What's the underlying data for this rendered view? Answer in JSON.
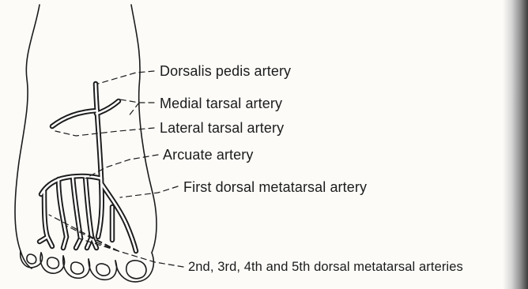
{
  "diagram": {
    "labels": {
      "dorsalis_pedis": "Dorsalis pedis artery",
      "medial_tarsal": "Medial tarsal artery",
      "lateral_tarsal": "Lateral tarsal artery",
      "arcuate": "Arcuate artery",
      "first_dorsal_metatarsal": "First dorsal metatarsal artery",
      "other_dorsal_metatarsals": "2nd, 3rd, 4th and 5th dorsal metatarsal arteries"
    },
    "colors": {
      "ink": "#1c1c1c",
      "paper": "#fcfbf8",
      "artery_fill": "#ffffff"
    }
  }
}
